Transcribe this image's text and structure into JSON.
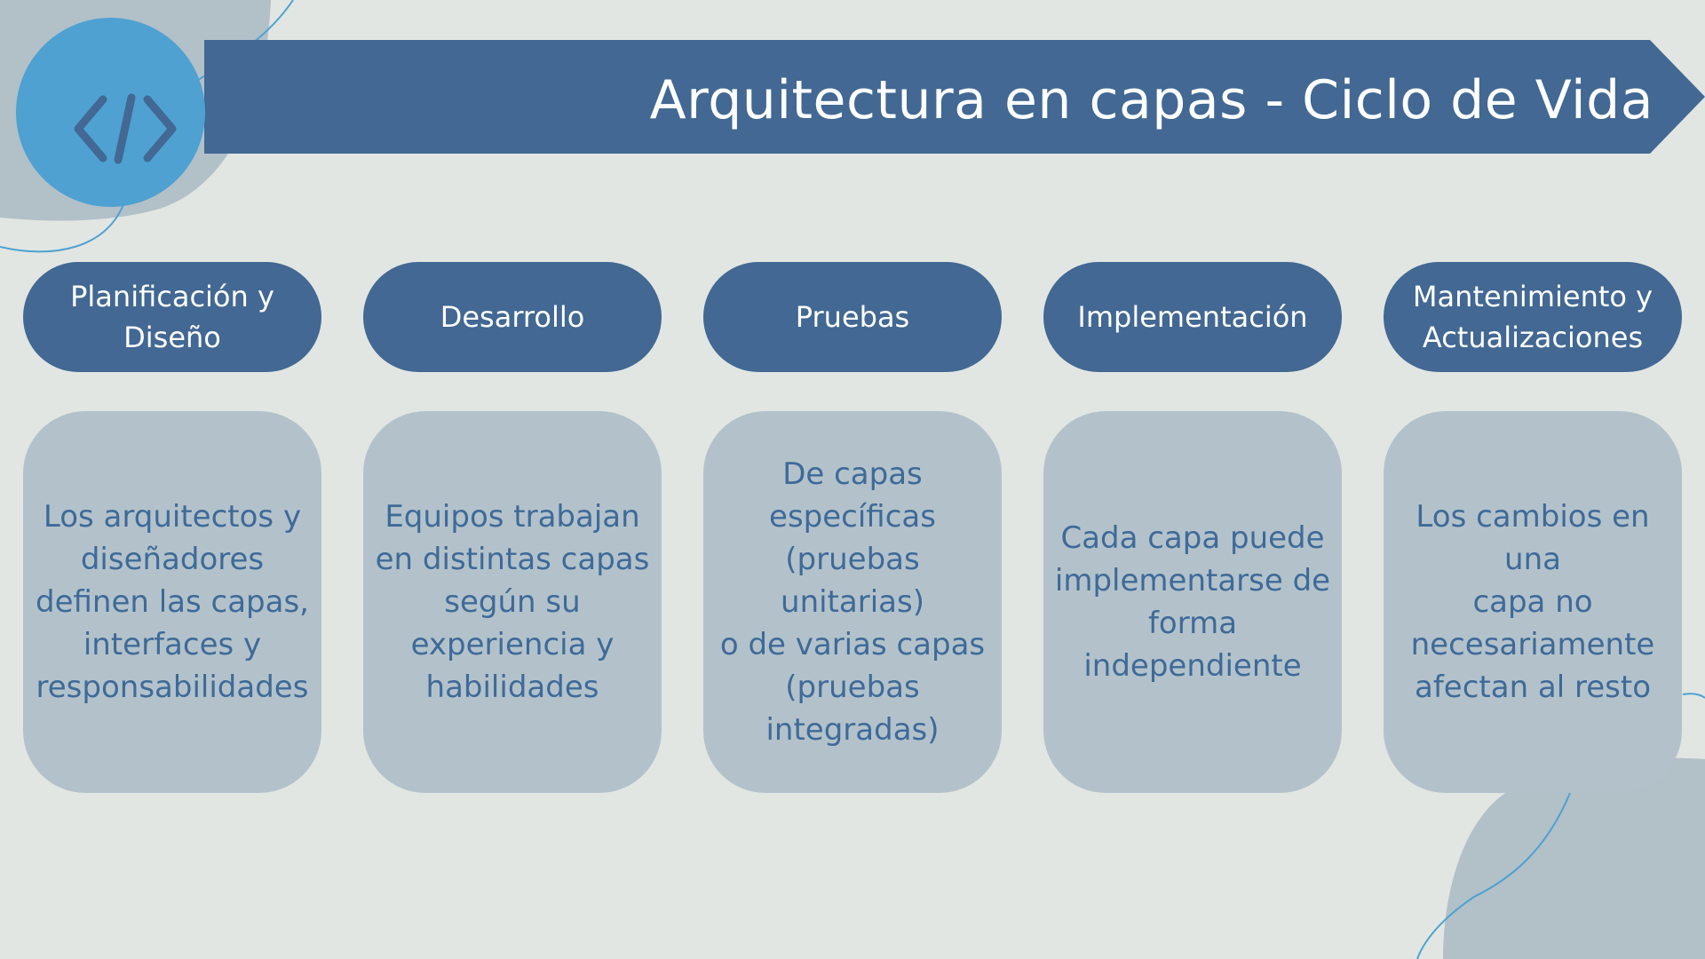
{
  "title": "Arquitectura en capas - Ciclo de Vida",
  "logo": {
    "icon": "code-brackets-icon",
    "color": "#4ea1d1"
  },
  "colors": {
    "background": "#e1e6e2",
    "banner": "#426893",
    "phase_pill": "#426893",
    "card": "#b3c2ca",
    "card_text": "#3e6a99",
    "accent_line": "#4ea1d1"
  },
  "phases": [
    {
      "label": "Planificación y\nDiseño",
      "description": "Los arquitectos y\ndiseñadores\ndefinen las capas,\ninterfaces y\nresponsabilidades"
    },
    {
      "label": "Desarrollo",
      "description": "Equipos trabajan\nen distintas capas\nsegún su\nexperiencia y\nhabilidades"
    },
    {
      "label": "Pruebas",
      "description": "De capas\nespecíficas\n(pruebas unitarias)\no de varias capas\n(pruebas\nintegradas)"
    },
    {
      "label": "Implementación",
      "description": "Cada capa puede\nimplementarse de\nforma\nindependiente"
    },
    {
      "label": "Mantenimiento y\nActualizaciones",
      "description": "Los cambios en una\ncapa no\nnecesariamente\nafectan al resto"
    }
  ]
}
